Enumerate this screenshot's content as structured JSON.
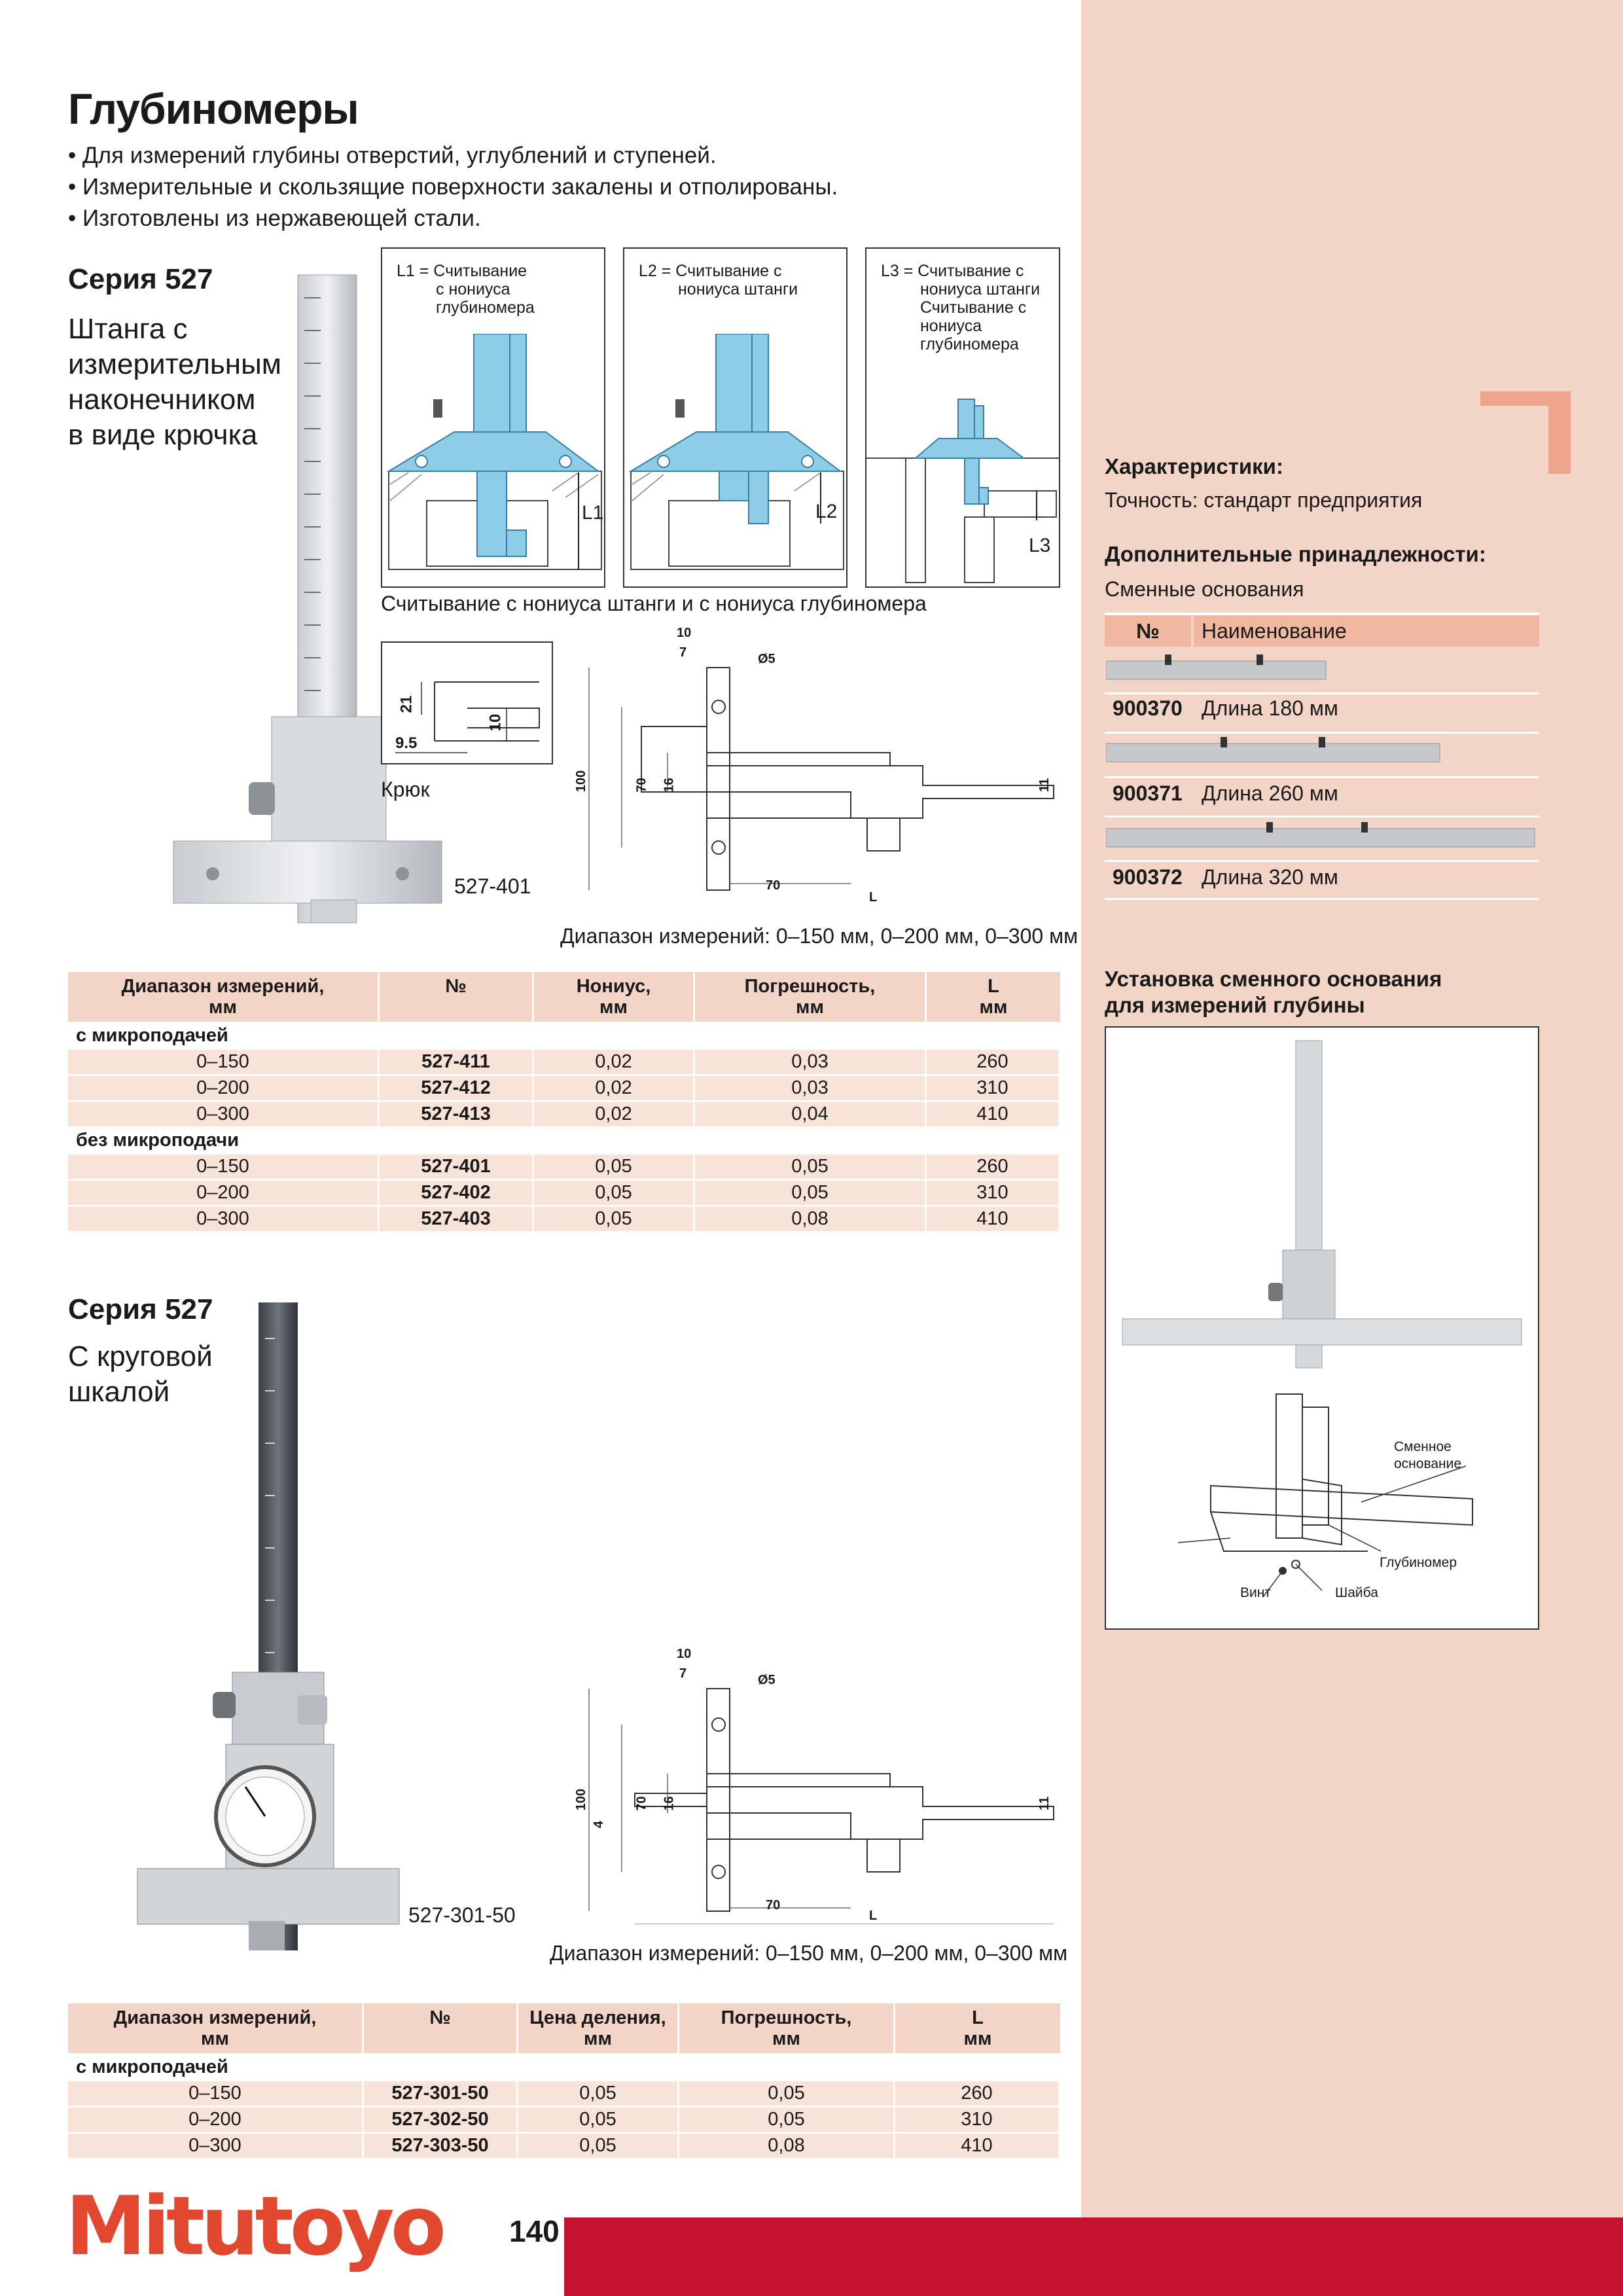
{
  "title": "Глубиномеры",
  "bullets": [
    "• Для измерений глубины отверстий, углублений и ступеней.",
    "• Измерительные и скользящие поверхности закалены и отполированы.",
    "• Изготовлены из нержавеющей стали."
  ],
  "series1": {
    "heading": "Серия 527",
    "subtitle_lines": [
      "Штанга с",
      "измерительным",
      "наконечником",
      "в виде крючка"
    ],
    "model": "527-401",
    "diagram_labels": {
      "l1": [
        "L1 = Считывание",
        "с нониуса",
        "глубиномера"
      ],
      "l2": [
        "L2 = Считывание с",
        "нониуса штанги"
      ],
      "l3": [
        "L3 = Считывание с",
        "нониуса штанги",
        "Считывание с",
        "нониуса",
        "глубиномера"
      ],
      "l1_mark": "L1",
      "l2_mark": "L2",
      "l3_mark": "L3"
    },
    "diagram_caption": "Считывание с нониуса штанги и с нониуса глубиномера",
    "hook_label": "Крюк",
    "hook_dims": {
      "a": "21",
      "b": "10",
      "c": "9.5"
    },
    "drawing_dims": {
      "d10": "10",
      "d7": "7",
      "phi": "Ø5",
      "d100": "100",
      "d70": "70",
      "d16": "16",
      "d11": "11",
      "d70b": "70",
      "L": "L"
    },
    "range_caption": "Диапазон измерений: 0–150 мм, 0–200 мм, 0–300 мм",
    "table": {
      "headers": [
        [
          "Диапазон измерений,",
          "мм"
        ],
        [
          "№",
          ""
        ],
        [
          "Нониус,",
          "мм"
        ],
        [
          "Погрешность,",
          "мм"
        ],
        [
          "L",
          "мм"
        ]
      ],
      "groups": [
        {
          "label": "с микроподачей",
          "rows": [
            [
              "0–150",
              "527-411",
              "0,02",
              "0,03",
              "260"
            ],
            [
              "0–200",
              "527-412",
              "0,02",
              "0,03",
              "310"
            ],
            [
              "0–300",
              "527-413",
              "0,02",
              "0,04",
              "410"
            ]
          ]
        },
        {
          "label": "без микроподачи",
          "rows": [
            [
              "0–150",
              "527-401",
              "0,05",
              "0,05",
              "260"
            ],
            [
              "0–200",
              "527-402",
              "0,05",
              "0,05",
              "310"
            ],
            [
              "0–300",
              "527-403",
              "0,05",
              "0,08",
              "410"
            ]
          ]
        }
      ]
    }
  },
  "series2": {
    "heading": "Серия 527",
    "subtitle_lines": [
      "С круговой",
      "шкалой"
    ],
    "model": "527-301-50",
    "drawing_dims": {
      "d10": "10",
      "d7": "7",
      "phi": "Ø5",
      "d100": "100",
      "d4": "4",
      "d70": "70",
      "d16": "16",
      "d11": "11",
      "d70b": "70",
      "L": "L"
    },
    "range_caption": "Диапазон измерений: 0–150 мм, 0–200 мм, 0–300 мм",
    "table": {
      "headers": [
        [
          "Диапазон измерений,",
          "мм"
        ],
        [
          "№",
          ""
        ],
        [
          "Цена деления,",
          "мм"
        ],
        [
          "Погрешность,",
          "мм"
        ],
        [
          "L",
          "мм"
        ]
      ],
      "groups": [
        {
          "label": "с микроподачей",
          "rows": [
            [
              "0–150",
              "527-301-50",
              "0,05",
              "0,05",
              "260"
            ],
            [
              "0–200",
              "527-302-50",
              "0,05",
              "0,05",
              "310"
            ],
            [
              "0–300",
              "527-303-50",
              "0,05",
              "0,08",
              "410"
            ]
          ]
        }
      ]
    }
  },
  "sidebar": {
    "characteristics_heading": "Характеристики:",
    "accuracy_label": "Точность:",
    "accuracy_value": "стандарт предприятия",
    "accessories_heading": "Дополнительные принадлежности:",
    "accessories_sub": "Сменные основания",
    "acc_headers": [
      "№",
      "Наименование"
    ],
    "acc_rows": [
      [
        "900370",
        "Длина 180 мм"
      ],
      [
        "900371",
        "Длина 260 мм"
      ],
      [
        "900372",
        "Длина 320 мм"
      ]
    ],
    "install_heading": [
      "Установка сменного основания",
      "для измерений глубины"
    ],
    "install_labels": {
      "base": [
        "Сменное",
        "основание"
      ],
      "gauge": "Глубиномер",
      "screw": "Винт",
      "washer": "Шайба"
    }
  },
  "footer": {
    "logo": "Mitutoyo",
    "page_number": "140"
  },
  "colors": {
    "sidebar_bg": "#f2d5c6",
    "footer_bar": "#c4122f",
    "logo": "#e2482f",
    "diagram_blue": "#8ecde8",
    "table_row": "#f8e3d9"
  }
}
